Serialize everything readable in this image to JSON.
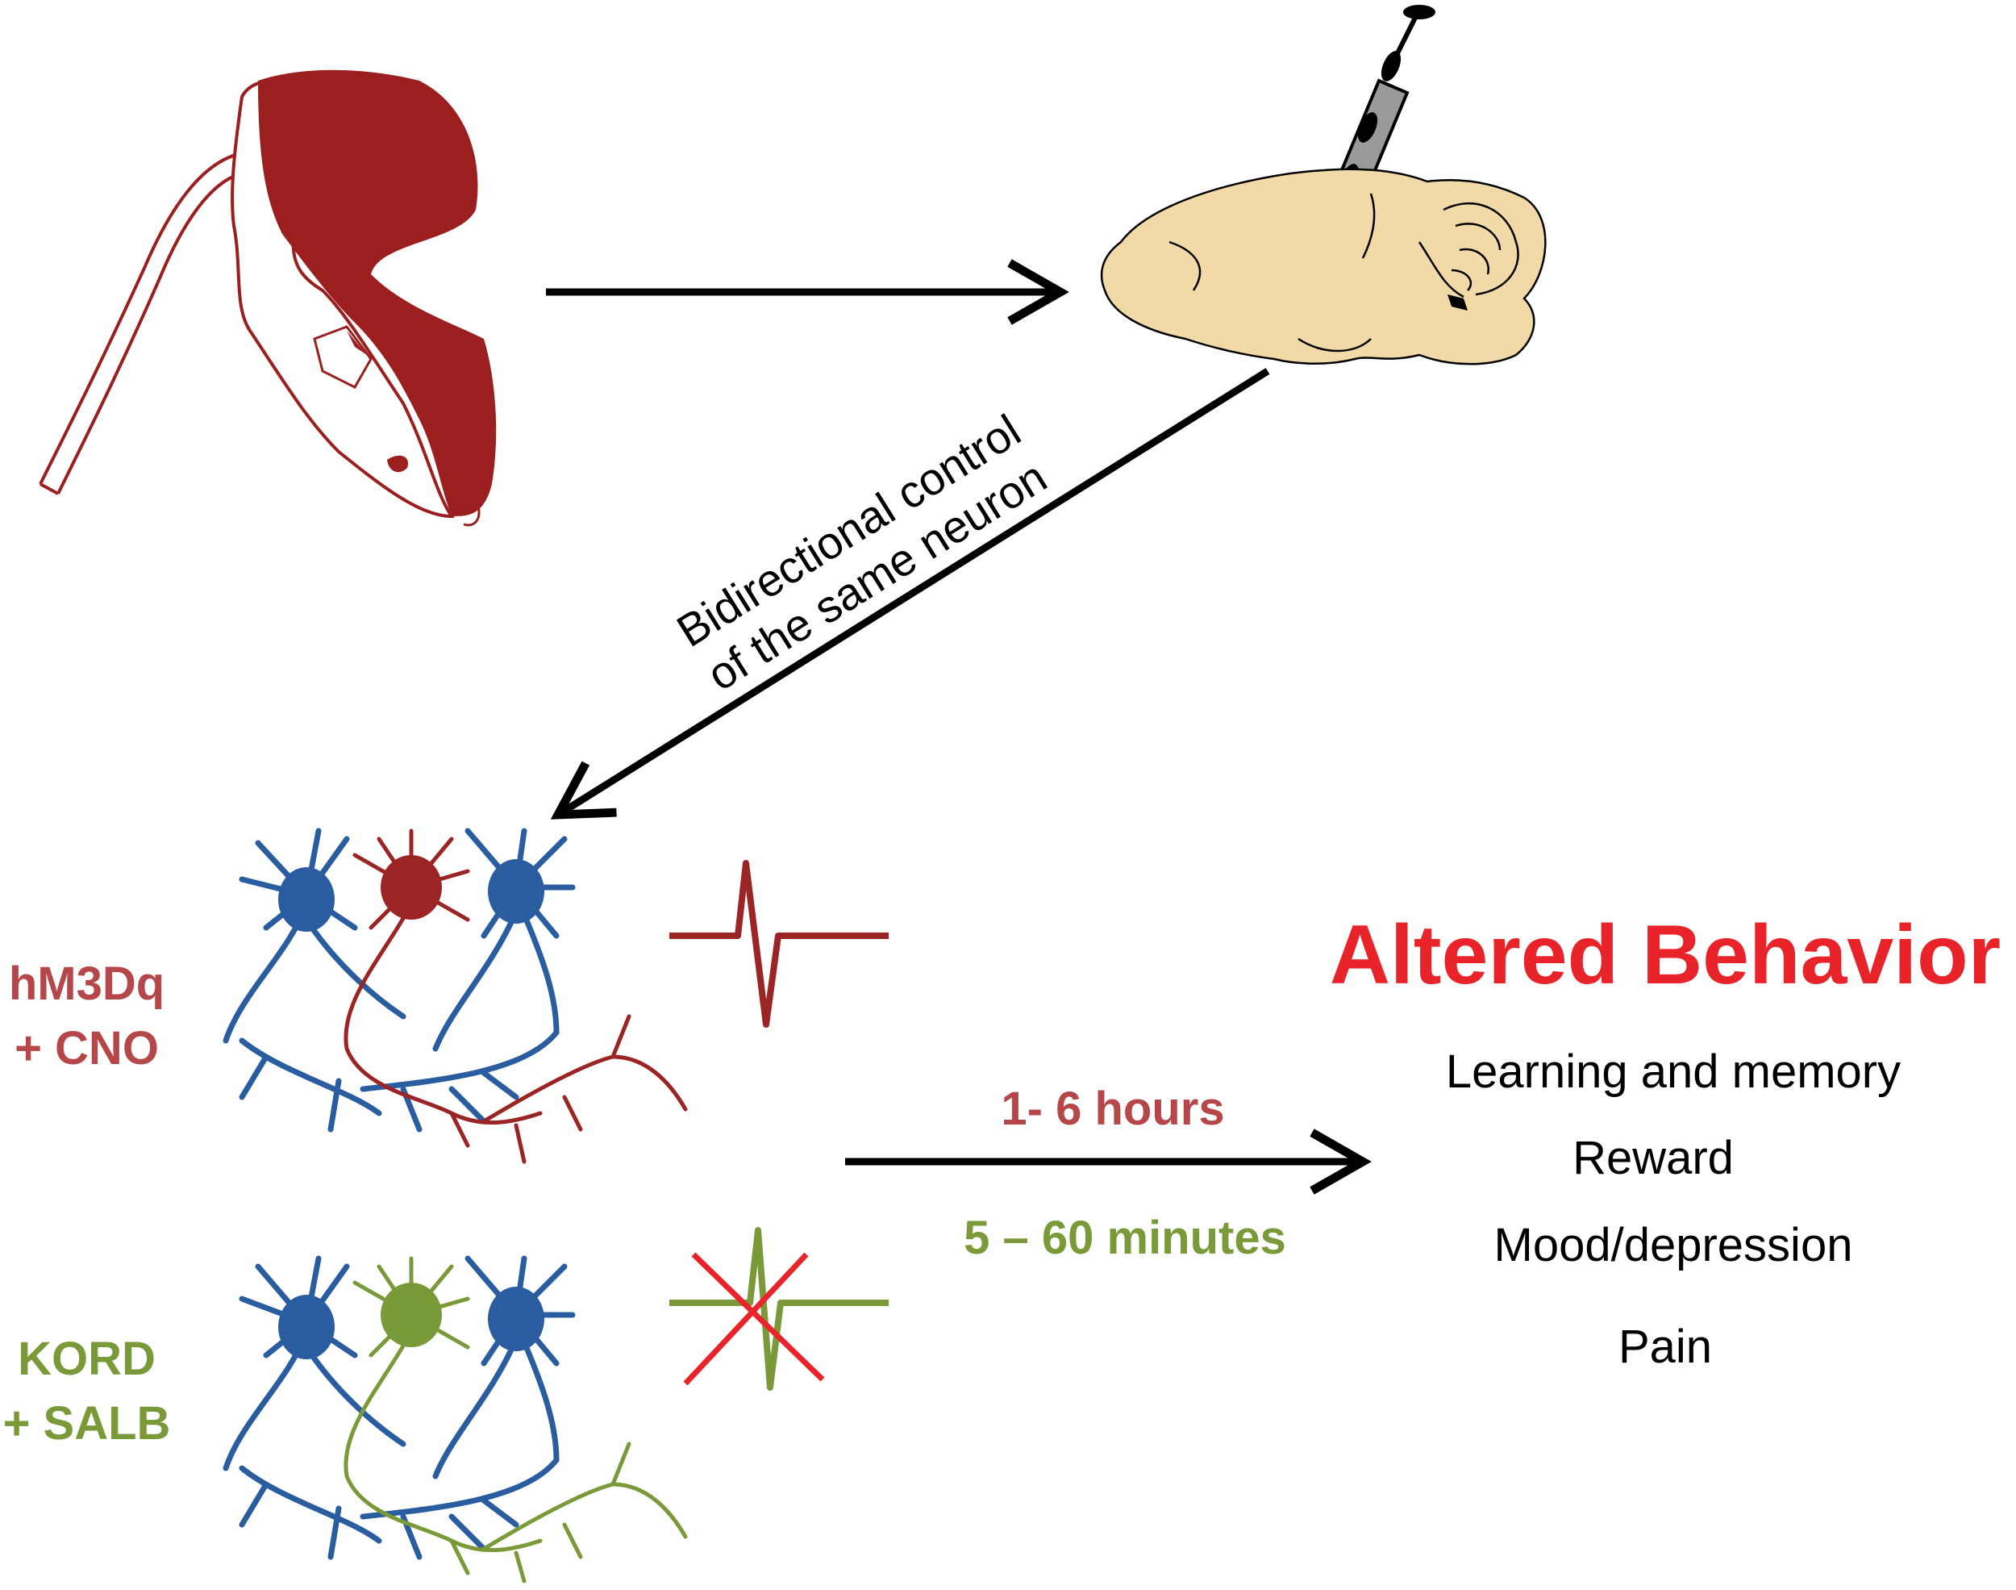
{
  "labels": {
    "diagonal_line1": "Bidirectional control",
    "diagonal_line2": "of the same neuron",
    "excite_line1": "hM3Dq",
    "excite_line2": "+ CNO",
    "inhibit_line1": "KORD",
    "inhibit_line2": "+ SALB",
    "duration_excite": "1- 6 hours",
    "duration_inhibit": "5 – 60 minutes",
    "outcome_title": "Altered Behavior",
    "outcomes": [
      "Learning and memory",
      "Reward",
      "Mood/depression",
      "Pain"
    ]
  },
  "colors": {
    "rat": "#9b1f1f",
    "brain": "#f2d9a8",
    "blue_neuron": "#2a5d9f",
    "red_neuron": "#9b2424",
    "green_neuron": "#7a9a3a",
    "cross": "#e8232a",
    "title": "#e8232a"
  },
  "icons": [
    "rat-icon",
    "brain-icon",
    "syringe-icon",
    "neuron-network-icon",
    "action-potential-icon",
    "blocked-spike-icon"
  ]
}
